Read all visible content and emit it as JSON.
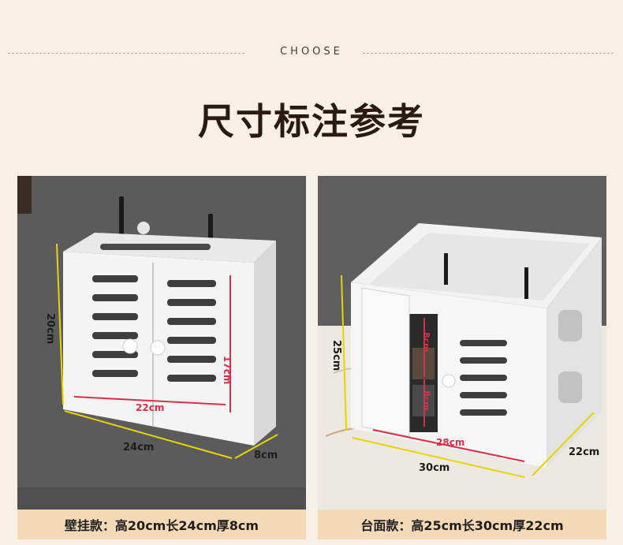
{
  "header": {
    "label": "CHOOSE",
    "title": "尺寸标注参考"
  },
  "left_product": {
    "dimensions": {
      "height": "20cm",
      "width": "24cm",
      "depth": "8cm",
      "inner_width": "22cm",
      "inner_height": "17cm"
    },
    "caption": "壁挂款：高20cm长24cm厚8cm"
  },
  "right_product": {
    "dimensions": {
      "height": "25cm",
      "width": "30cm",
      "depth": "22cm",
      "inner_width": "28cm",
      "shelf_upper": "8cm",
      "shelf_lower": "8cm"
    },
    "caption": "台面款：高25cm长30cm厚22cm"
  },
  "colors": {
    "accent": "#f4d9b6",
    "dimension_line": "#e8d400",
    "inner_line": "#d9304a",
    "background": "#f6f0e7"
  }
}
